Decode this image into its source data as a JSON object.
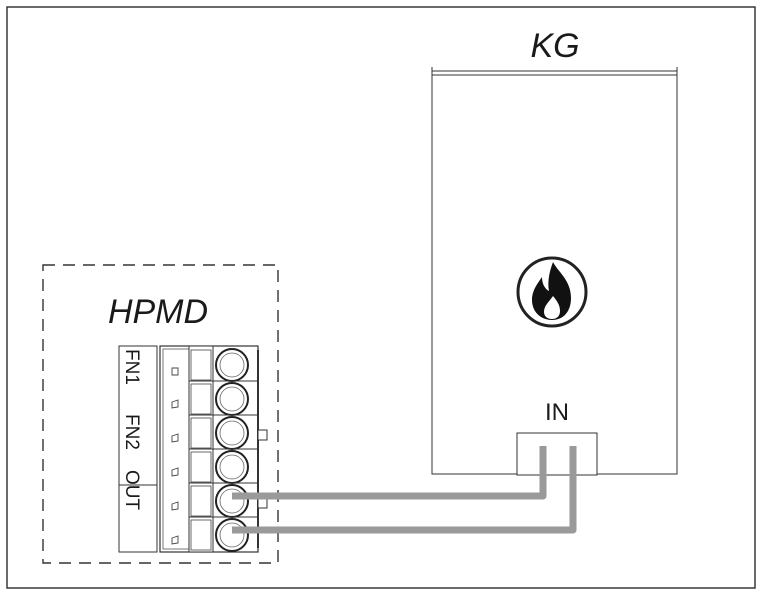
{
  "diagram": {
    "boiler": {
      "label": "KG",
      "inlet_label": "IN",
      "icon": "flame-icon"
    },
    "module": {
      "label": "HPMD",
      "terminal_labels": [
        "FN1",
        "FN2",
        "OUT"
      ]
    },
    "colors": {
      "frame": "#2b2b2b",
      "wire": "#9a9a9a",
      "line": "#333333"
    }
  }
}
